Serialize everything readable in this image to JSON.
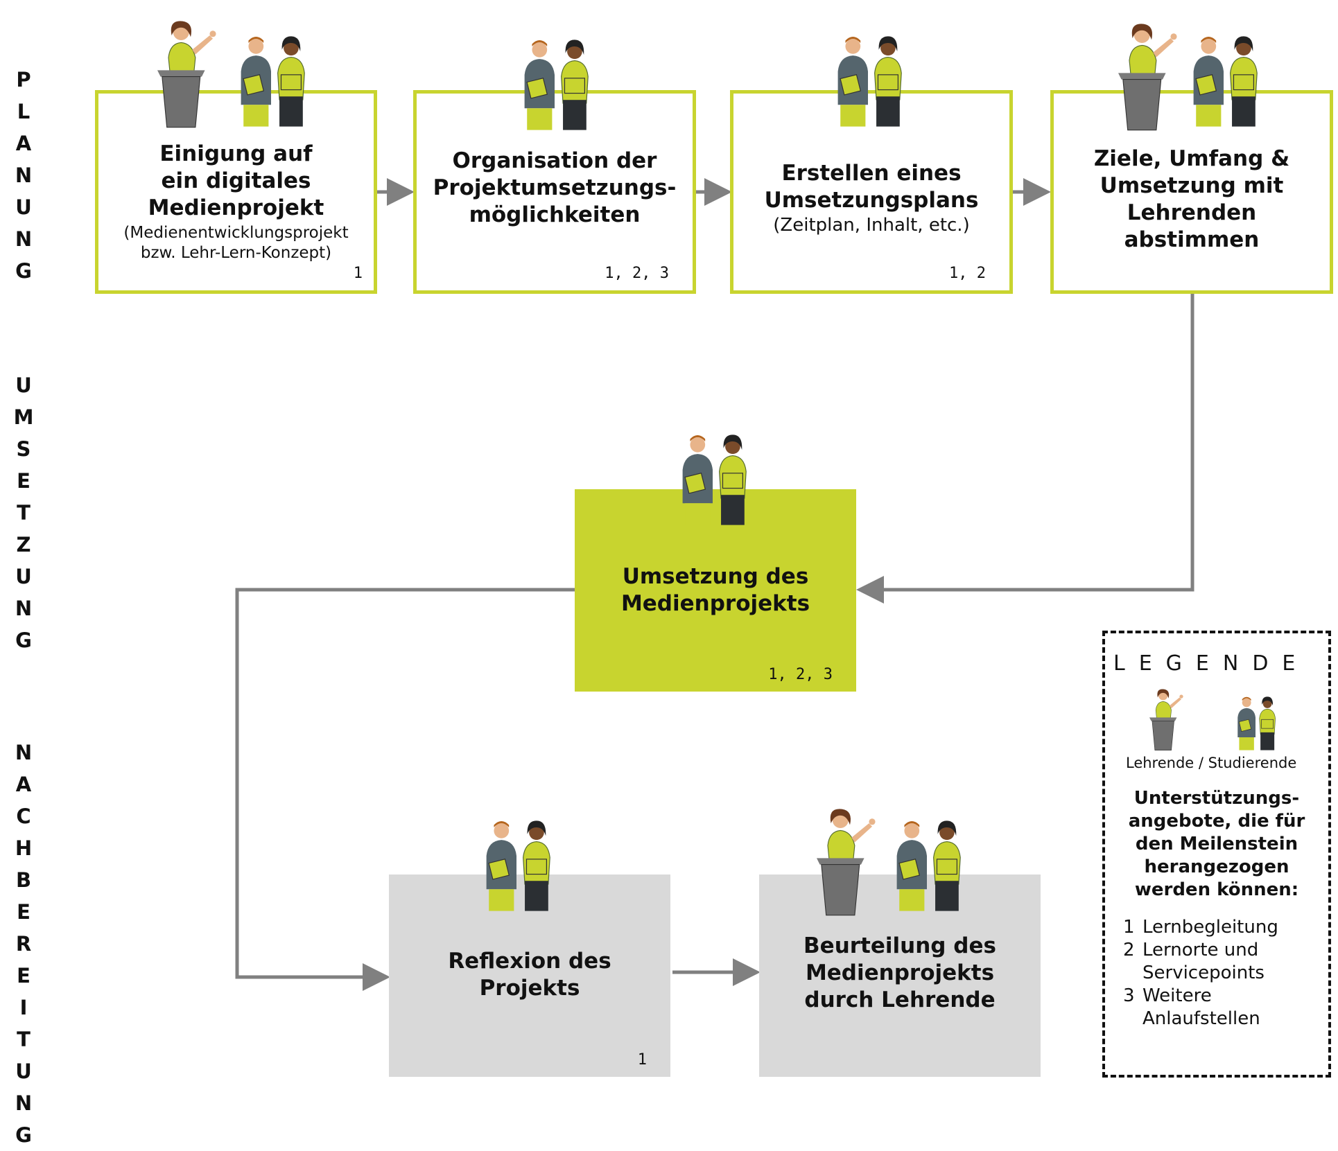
{
  "phases": [
    {
      "letters": [
        "P",
        "L",
        "A",
        "N",
        "U",
        "N",
        "G"
      ]
    },
    {
      "letters": [
        "U",
        "M",
        "S",
        "E",
        "T",
        "Z",
        "U",
        "N",
        "G"
      ]
    },
    {
      "letters": [
        "N",
        "A",
        "C",
        "H",
        "B",
        "E",
        "R",
        "E",
        "I",
        "T",
        "U",
        "N",
        "G"
      ]
    }
  ],
  "boxes": {
    "b1": {
      "title": "Einigung auf\nein digitales\nMedienprojekt",
      "sub": "(Medienentwicklungsprojekt\nbzw. Lehr-Lern-Konzept)",
      "num": "1"
    },
    "b2": {
      "title": "Organisation der\nProjektumsetzungs-\nmöglichkeiten",
      "num": "1, 2, 3"
    },
    "b3": {
      "title": "Erstellen eines\nUmsetzungsplans",
      "sub": "(Zeitplan, Inhalt, etc.)",
      "num": "1, 2"
    },
    "b4": {
      "title": "Ziele, Umfang &\nUmsetzung mit\nLehrenden\nabstimmen"
    },
    "b5": {
      "title": "Umsetzung des\nMedienprojekts",
      "num": "1, 2, 3"
    },
    "b6": {
      "title": "Reflexion des\nProjekts",
      "num": "1"
    },
    "b7": {
      "title": "Beurteilung des\nMedienprojekts\ndurch Lehrende"
    }
  },
  "legend": {
    "title": "LEGENDE",
    "roles": "Lehrende / Studierende",
    "heading": "Unterstützungs-\nangebote, die für\nden Meilenstein\nherangezogen\nwerden können:",
    "items": [
      {
        "num": "1",
        "text": "Lernbegleitung"
      },
      {
        "num": "2",
        "text": "Lernorte und\nServicepoints"
      },
      {
        "num": "3",
        "text": "Weitere\nAnlaufstellen"
      }
    ]
  },
  "icons": [
    "teacher-icon",
    "students-icon"
  ],
  "colors": {
    "accent": "#c8d42f",
    "grey_box": "#d9d9d9",
    "arrow": "#808080"
  }
}
